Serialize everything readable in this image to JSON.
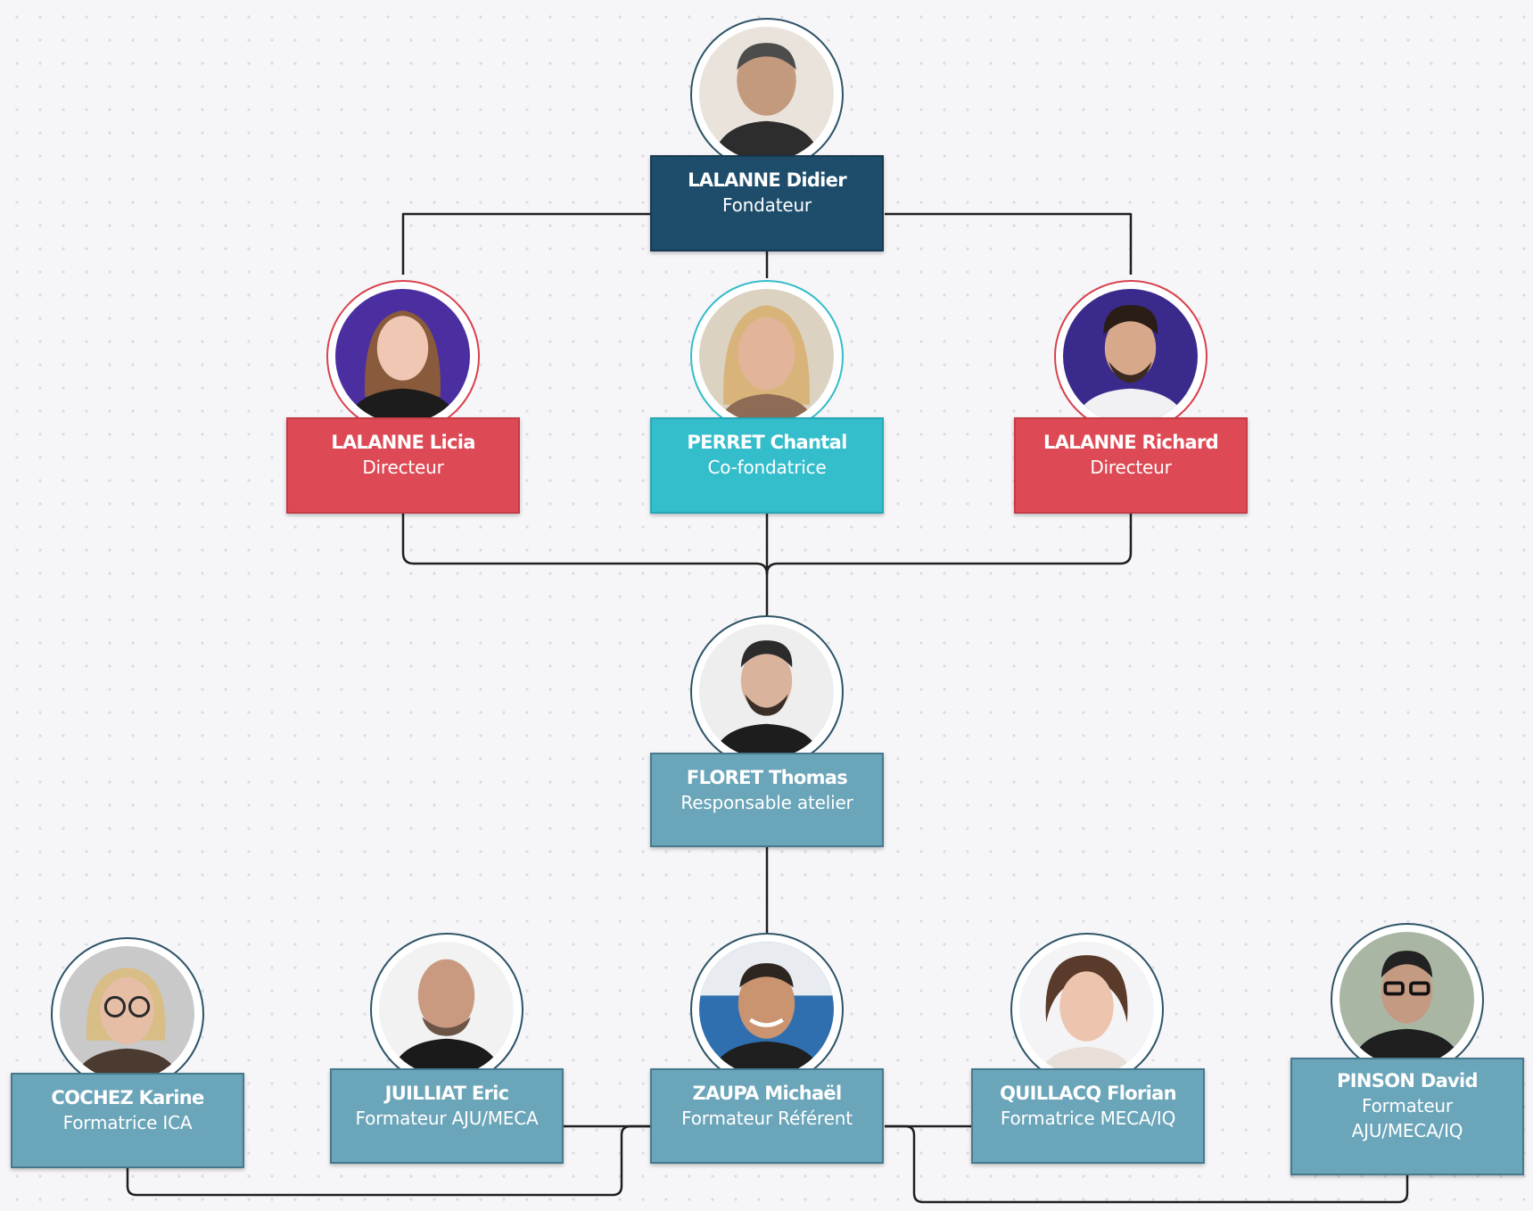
{
  "colors": {
    "dark": "#1e4d6b",
    "red": "#dd4a55",
    "teal": "#34bdcb",
    "steel": "#6aa5b9",
    "connector": "#1f1f1f"
  },
  "org": {
    "founder": {
      "name": "LALANNE Didier",
      "role": "Fondateur",
      "photo": "photo-portrait"
    },
    "director_left": {
      "name": "LALANNE Licia",
      "role": "Directeur",
      "photo": "photo-portrait"
    },
    "cofounder": {
      "name": "PERRET Chantal",
      "role": "Co-fondatrice",
      "photo": "photo-portrait"
    },
    "director_right": {
      "name": "LALANNE Richard",
      "role": "Directeur",
      "photo": "photo-portrait"
    },
    "workshop_manager": {
      "name": "FLORET Thomas",
      "role": "Responsable atelier",
      "photo": "photo-portrait"
    },
    "trainers": [
      {
        "name": "COCHEZ Karine",
        "role": "Formatrice ICA",
        "photo": "photo-portrait"
      },
      {
        "name": "JUILLIAT Eric",
        "role": "Formateur AJU/MECA",
        "photo": "photo-portrait"
      },
      {
        "name": "ZAUPA Michaël",
        "role": "Formateur Référent",
        "photo": "photo-portrait"
      },
      {
        "name": "QUILLACQ Florian",
        "role": "Formatrice  MECA/IQ",
        "photo": "photo-portrait"
      },
      {
        "name": "PINSON David",
        "role": "Formateur",
        "role2": "AJU/MECA/IQ",
        "photo": "photo-portrait"
      }
    ]
  }
}
